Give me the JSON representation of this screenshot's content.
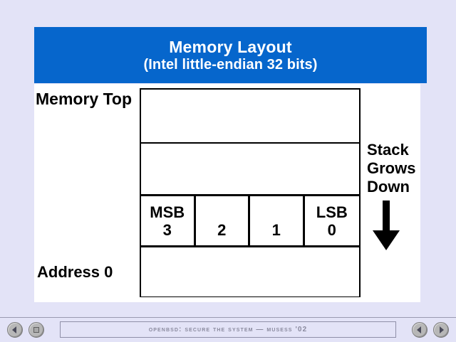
{
  "slide": {
    "title_line1": "Memory Layout",
    "title_line2": "(Intel little-endian 32 bits)",
    "banner_color": "#0666cc",
    "background_color": "#e3e3f7",
    "panel_color": "#ffffff"
  },
  "diagram": {
    "top_label": "Memory Top",
    "bottom_label": "Address 0",
    "rows": [
      {
        "name": "upper-empty-region",
        "cells": []
      },
      {
        "name": "middle-empty-region",
        "cells": []
      },
      {
        "name": "word-bytes-row",
        "cells": [
          {
            "label": "MSB",
            "number": "3"
          },
          {
            "label": "",
            "number": "2"
          },
          {
            "label": "",
            "number": "1"
          },
          {
            "label": "LSB",
            "number": "0"
          }
        ]
      },
      {
        "name": "lower-empty-region",
        "cells": []
      }
    ],
    "stack_note": {
      "line1": "Stack",
      "line2": "Grows",
      "line3": "Down",
      "arrow_direction": "down"
    }
  },
  "footer": {
    "title": "OpenBSD: Secure The System — MUSESS '02",
    "buttons": [
      {
        "name": "first-slide",
        "icon": "back-arrow-icon"
      },
      {
        "name": "stop-presentation",
        "icon": "stop-square-icon"
      },
      {
        "name": "previous-slide",
        "icon": "left-arrow-icon"
      },
      {
        "name": "next-slide",
        "icon": "right-arrow-icon"
      }
    ]
  }
}
